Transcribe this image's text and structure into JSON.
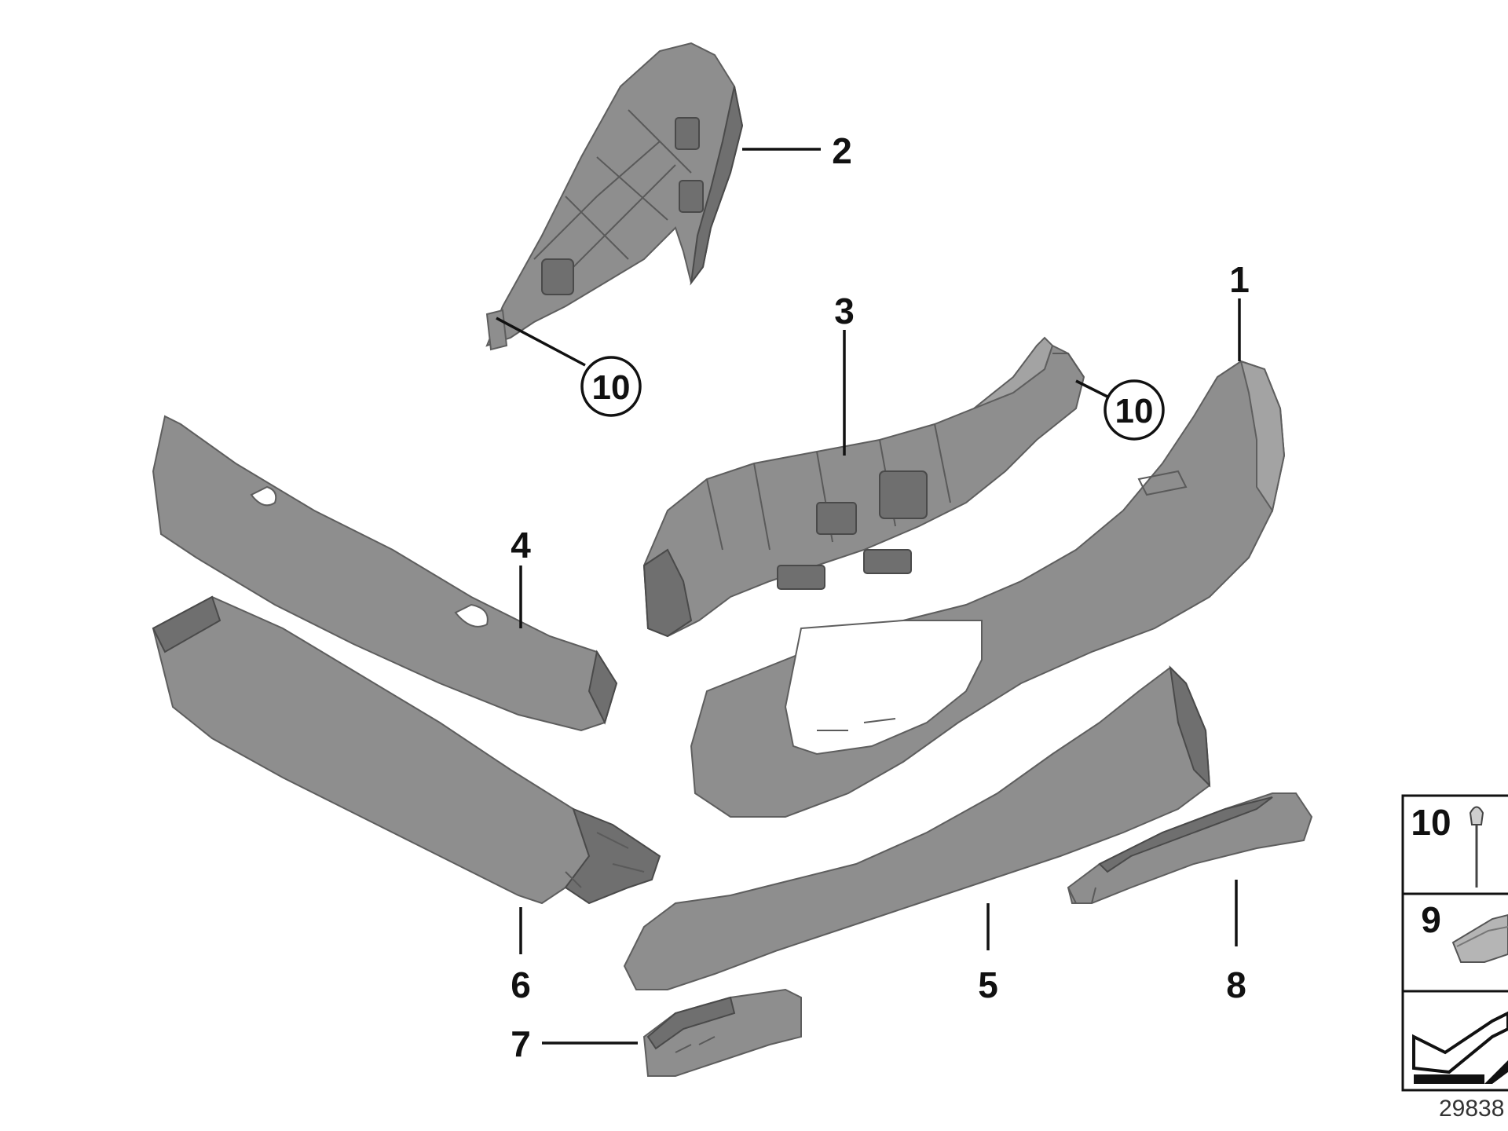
{
  "diagram": {
    "callouts": [
      {
        "id": "c1",
        "text": "1"
      },
      {
        "id": "c2",
        "text": "2"
      },
      {
        "id": "c3",
        "text": "3"
      },
      {
        "id": "c4",
        "text": "4"
      },
      {
        "id": "c5",
        "text": "5"
      },
      {
        "id": "c6",
        "text": "6"
      },
      {
        "id": "c7",
        "text": "7"
      },
      {
        "id": "c8",
        "text": "8"
      },
      {
        "id": "c10a",
        "text": "10"
      },
      {
        "id": "c10b",
        "text": "10"
      }
    ],
    "legend": {
      "item_10": "10",
      "item_9": "9"
    },
    "document_number": "29838"
  }
}
